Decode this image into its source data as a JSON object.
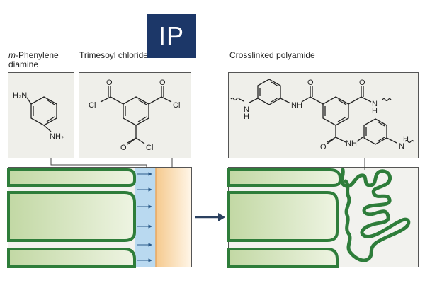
{
  "labels": {
    "monomer_a_prefix": "m",
    "monomer_a_name": "-Phenylene",
    "monomer_a_line2": "diamine",
    "monomer_b": "Trimesoyl chloride",
    "product": "Crosslinked polyamide"
  },
  "badge": {
    "text": "IP"
  },
  "chem": {
    "nh2": "H₂N",
    "nh2_b": "NH₂",
    "cl": "Cl",
    "o": "O",
    "n": "N",
    "h": "H"
  },
  "colors": {
    "membrane_green": "#2e7d3a",
    "support_fill": "#c9dcaf",
    "water_blue": "#b9d9f0",
    "organic_orange": "#f7d3a0",
    "badge_navy": "#1c3768",
    "panel_gray": "#efefea"
  },
  "icons": [
    "right-arrow-icon",
    "flow-arrow-icon"
  ]
}
